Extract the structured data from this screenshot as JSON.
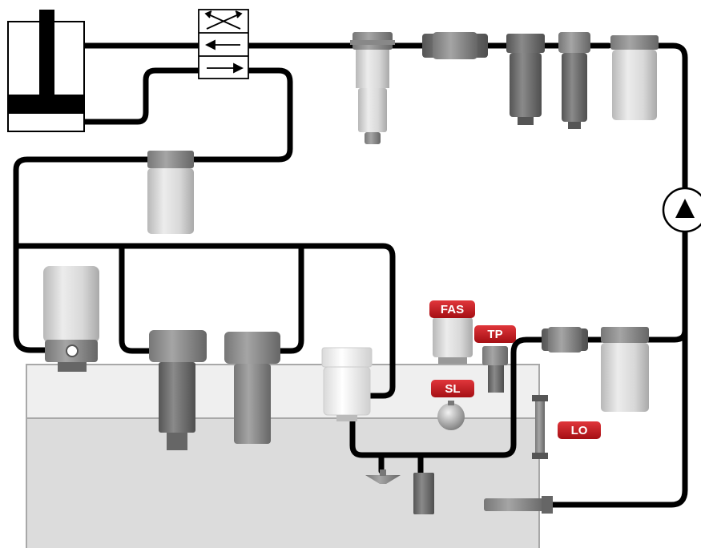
{
  "colors": {
    "line": "#000000",
    "tank_fill": "#dcdcdc",
    "tank_stroke": "#a8a8a8",
    "tank_top": "#efefef",
    "label_red": "#c0181e",
    "filter_light": "#d3d3d3",
    "filter_dark": "#6e6e6e"
  },
  "labels": {
    "fas": "FAS",
    "tp": "TP",
    "sl": "SL",
    "lo": "LO"
  },
  "icons": {
    "pump": "pump-arrow-icon",
    "valve": "directional-valve-icon"
  }
}
